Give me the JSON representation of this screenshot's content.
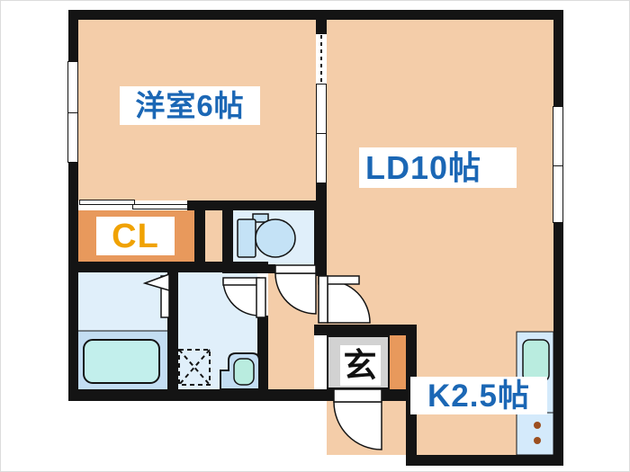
{
  "title": "1LDK floor plan",
  "labels": {
    "western_room": "洋室6帖",
    "living_dining": "LD10帖",
    "kitchen": "K2.5帖",
    "closet": "CL",
    "entrance": "玄"
  },
  "fixtures": {
    "toilet": "toilet",
    "bathtub": "bathtub",
    "washing_machine_pan": "washing-machine-pan",
    "wash_basin": "wash-basin",
    "kitchen_sink": "kitchen-sink",
    "stove_burners": "stove-burners"
  },
  "colors": {
    "wall": "#141414",
    "room_peach": "#f4cda9",
    "closet_orange": "#e8995c",
    "wet_room_blue": "#e0effa",
    "fixture_blue": "#c4e2f6",
    "tub_teal": "#c2efec",
    "platform_blue": "#c3ddf2",
    "counter_blue": "#d4eafb",
    "sink_teal": "#b9ecdf",
    "genkan_gray": "#d2d2d2",
    "entrance_step_orange": "#e8995c",
    "label_blue": "#1b67b5",
    "closet_text_orange": "#f0a202",
    "entrance_text_black": "#111111",
    "burner_brown": "#9c4f1f",
    "label_bg": "#ffffff"
  }
}
